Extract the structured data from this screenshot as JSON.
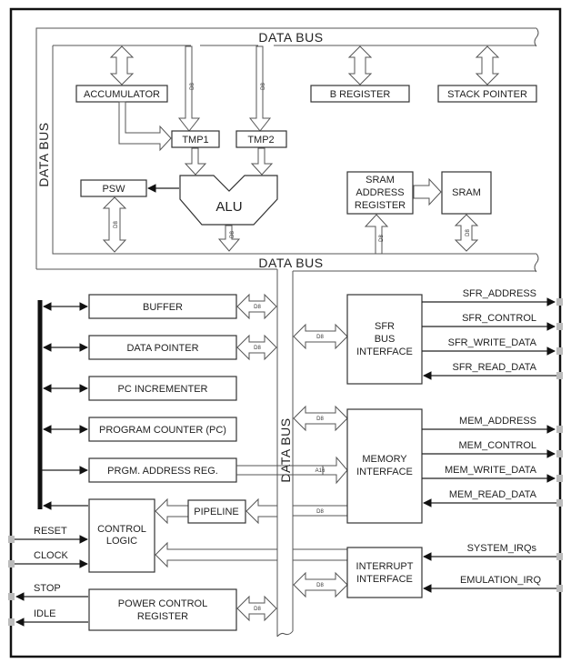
{
  "diagram": {
    "title": "8051 Microcontroller Core Block Diagram",
    "buses": {
      "top": "DATA BUS",
      "left": "DATA BUS",
      "middle": "DATA BUS",
      "vertical": "DATA BUS"
    },
    "upper_blocks": {
      "accumulator": "ACCUMULATOR",
      "b_register": "B REGISTER",
      "stack_pointer": "STACK POINTER",
      "tmp1": "TMP1",
      "tmp2": "TMP2",
      "psw": "PSW",
      "alu": "ALU",
      "sram_addr_line1": "SRAM",
      "sram_addr_line2": "ADDRESS",
      "sram_addr_line3": "REGISTER",
      "sram": "SRAM"
    },
    "lower_blocks": {
      "buffer": "BUFFER",
      "data_pointer": "DATA POINTER",
      "pc_incrementer": "PC INCREMENTER",
      "program_counter": "PROGRAM  COUNTER (PC)",
      "prgm_address_reg": "PRGM. ADDRESS REG.",
      "pipeline": "PIPELINE",
      "control_logic_line1": "CONTROL",
      "control_logic_line2": "LOGIC",
      "power_control_line1": "POWER  CONTROL",
      "power_control_line2": "REGISTER",
      "sfr_line1": "SFR",
      "sfr_line2": "BUS",
      "sfr_line3": "INTERFACE",
      "memory_line1": "MEMORY",
      "memory_line2": "INTERFACE",
      "interrupt_line1": "INTERRUPT",
      "interrupt_line2": "INTERFACE"
    },
    "width_labels": {
      "d8": "D8",
      "a16": "A16"
    },
    "signals": {
      "sfr_address": "SFR_ADDRESS",
      "sfr_control": "SFR_CONTROL",
      "sfr_write_data": "SFR_WRITE_DATA",
      "sfr_read_data": "SFR_READ_DATA",
      "mem_address": "MEM_ADDRESS",
      "mem_control": "MEM_CONTROL",
      "mem_write_data": "MEM_WRITE_DATA",
      "mem_read_data": "MEM_READ_DATA",
      "system_irqs": "SYSTEM_IRQs",
      "emulation_irq": "EMULATION_IRQ",
      "reset": "RESET",
      "clock": "CLOCK",
      "stop": "STOP",
      "idle": "IDLE"
    }
  }
}
